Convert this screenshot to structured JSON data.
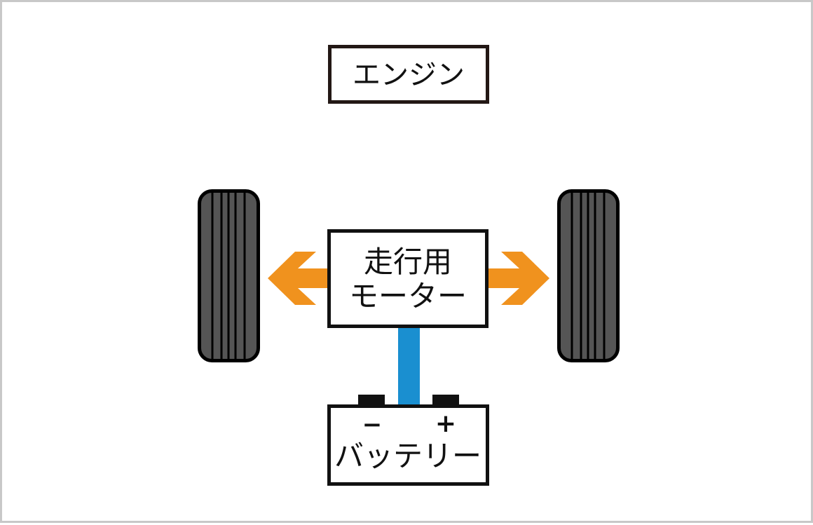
{
  "engine": {
    "label": "エンジン"
  },
  "motor": {
    "label_line1": "走行用",
    "label_line2": "モーター"
  },
  "battery": {
    "label": "バッテリー",
    "minus": "−",
    "plus": "+"
  },
  "colors": {
    "box_border": "#231815",
    "arrow": "#f0921e",
    "wire": "#1a8fd0",
    "tire": "#555555",
    "tire_outline": "#000000",
    "frame_border": "#c8c8c8"
  }
}
